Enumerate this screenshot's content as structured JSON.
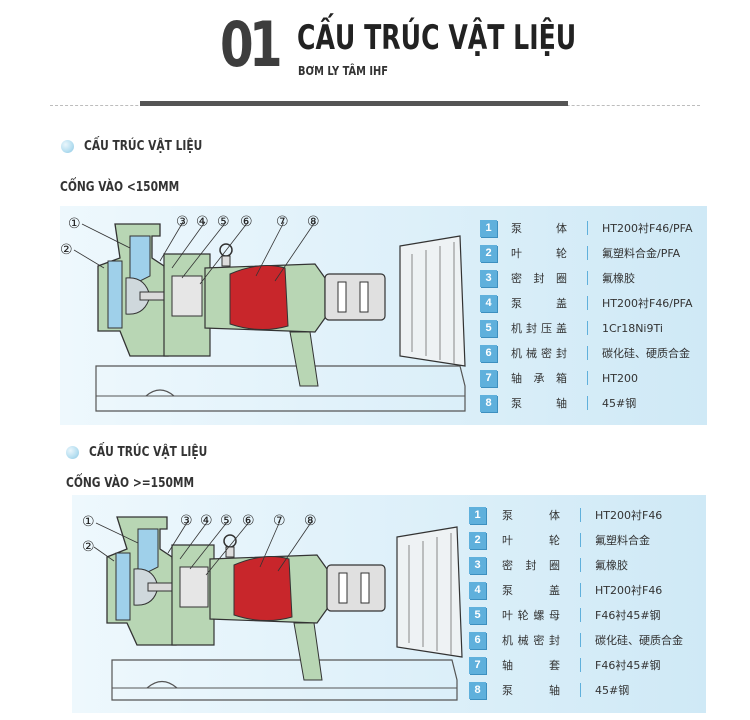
{
  "header": {
    "number": "01",
    "title": "CẤU TRÚC VẬT LIỆU",
    "subtitle": "BƠM LY TÂM IHF"
  },
  "section1": {
    "title": "CẤU TRÚC VẬT LIỆU",
    "inlet_label": "CỔNG VÀO <150MM",
    "callouts": [
      "①",
      "②",
      "③",
      "④",
      "⑤",
      "⑥",
      "⑦",
      "⑧"
    ],
    "parts": [
      {
        "num": "1",
        "name": "泵　体",
        "material": "HT200衬F46/PFA"
      },
      {
        "num": "2",
        "name": "叶　轮",
        "material": "氟塑料合金/PFA"
      },
      {
        "num": "3",
        "name": "密封圈",
        "material": "氟橡胶"
      },
      {
        "num": "4",
        "name": "泵　盖",
        "material": "HT200衬F46/PFA"
      },
      {
        "num": "5",
        "name": "机封压盖",
        "material": "1Cr18Ni9Ti"
      },
      {
        "num": "6",
        "name": "机械密封",
        "material": "碳化硅、硬质合金"
      },
      {
        "num": "7",
        "name": "轴承箱",
        "material": "HT200"
      },
      {
        "num": "8",
        "name": "泵　轴",
        "material": "45#钢"
      }
    ]
  },
  "section2": {
    "title": "CẤU TRÚC VẬT LIỆU",
    "inlet_label": "CỔNG VÀO >=150MM",
    "callouts": [
      "①",
      "②",
      "③",
      "④",
      "⑤",
      "⑥",
      "⑦",
      "⑧"
    ],
    "parts": [
      {
        "num": "1",
        "name": "泵　体",
        "material": "HT200衬F46"
      },
      {
        "num": "2",
        "name": "叶　轮",
        "material": "氟塑料合金"
      },
      {
        "num": "3",
        "name": "密封圈",
        "material": "氟橡胶"
      },
      {
        "num": "4",
        "name": "泵　盖",
        "material": "HT200衬F46"
      },
      {
        "num": "5",
        "name": "叶轮螺母",
        "material": "F46衬45#钢"
      },
      {
        "num": "6",
        "name": "机械密封",
        "material": "碳化硅、硬质合金"
      },
      {
        "num": "7",
        "name": "轴　套",
        "material": "F46衬45#钢"
      },
      {
        "num": "8",
        "name": "泵　轴",
        "material": "45#钢"
      }
    ]
  },
  "colors": {
    "accent_blue": "#5fb0dc",
    "heading_dark": "#333333",
    "impeller_red": "#c8262b",
    "housing_green": "#b8d6b4",
    "pump_blue": "#9fd0ea"
  }
}
